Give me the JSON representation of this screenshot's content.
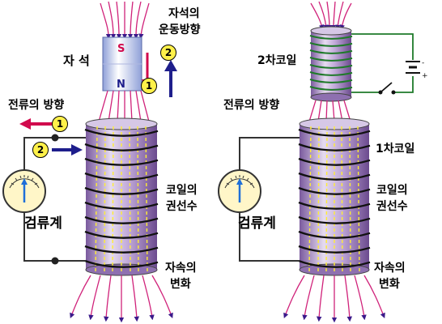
{
  "colors": {
    "background": "#ffffff",
    "field_line": "#d0227a",
    "field_arrow": "#3b1a8a",
    "coil_wire": "#1f7a2a",
    "winding": "#111111",
    "cylinder_base": "#a98ac6",
    "cylinder_light": "#e6dcf0",
    "flux_lines": "#ffee33",
    "arrow_red": "#d10a4d",
    "arrow_blue": "#1e1e8c",
    "marker_fill": "#fff14a",
    "meter_face": "#fff6c8",
    "meter_pointer": "#1e6fd8"
  },
  "left": {
    "magnet_label": "자 석",
    "magnet_pole_s": "S",
    "magnet_pole_n": "N",
    "magnet_motion_label_line1": "자석의",
    "magnet_motion_label_line2": "운동방향",
    "current_direction_label": "전류의 방향",
    "galvanometer_label": "검류계",
    "coil_turns_label_line1": "코일의",
    "coil_turns_label_line2": "권선수",
    "flux_change_label_line1": "자속의",
    "flux_change_label_line2": "변화",
    "marker_1": "1",
    "marker_2": "2"
  },
  "right": {
    "secondary_coil_label": "2차코일",
    "current_direction_label": "전류의 방향",
    "primary_coil_label": "1차코일",
    "galvanometer_label": "검류계",
    "coil_turns_label_line1": "코일의",
    "coil_turns_label_line2": "권선수",
    "flux_change_label_line1": "자속의",
    "flux_change_label_line2": "변화"
  }
}
